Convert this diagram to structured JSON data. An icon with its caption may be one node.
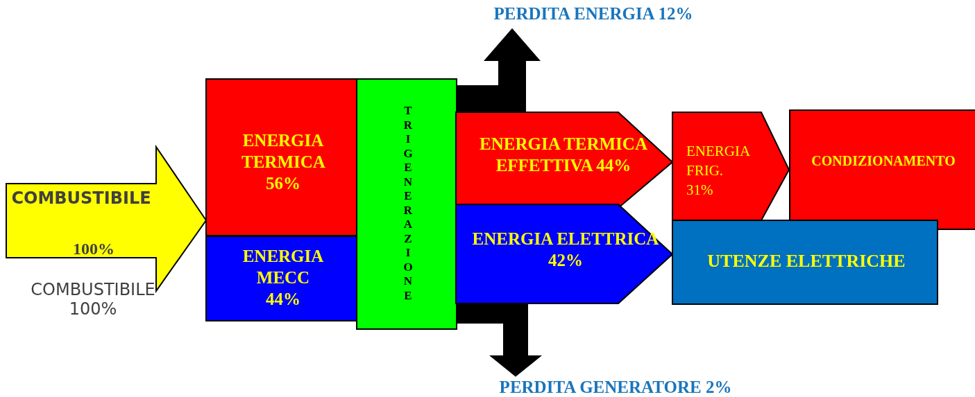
{
  "diagram": {
    "nodes": [
      {
        "text": [
          "COMBUSTIBILE",
          "100%"
        ],
        "beside": [
          "COMBUSTIBILE 100%"
        ]
      },
      {
        "text": [
          "ENERGIA TERMICA 56%"
        ]
      },
      {
        "text": [
          "ENERGIA MECC 44%"
        ]
      },
      {
        "text": [
          "TRIGENERAZIONE"
        ]
      },
      {
        "text": [
          "ENERGIA TERMICA EFFETTIVA 44%"
        ]
      },
      {
        "text": [
          "ENERGIA ELETTRICA 42%"
        ]
      },
      {
        "text": [
          "ENERGIA FRIG. 31%"
        ]
      },
      {
        "text": [
          "CONDIZIONAMENTO"
        ]
      },
      {
        "text": [
          "UTENZE ELETTRICHE"
        ]
      },
      {
        "text": [
          "PERDITA ENERGIA 12%"
        ]
      },
      {
        "text": [
          "PERDITA GENERATORE 2%"
        ]
      }
    ],
    "edges": [
      {
        "from": 3,
        "to": 9,
        "arrow": "to"
      },
      {
        "from": 3,
        "to": 10,
        "arrow": "to"
      }
    ]
  }
}
